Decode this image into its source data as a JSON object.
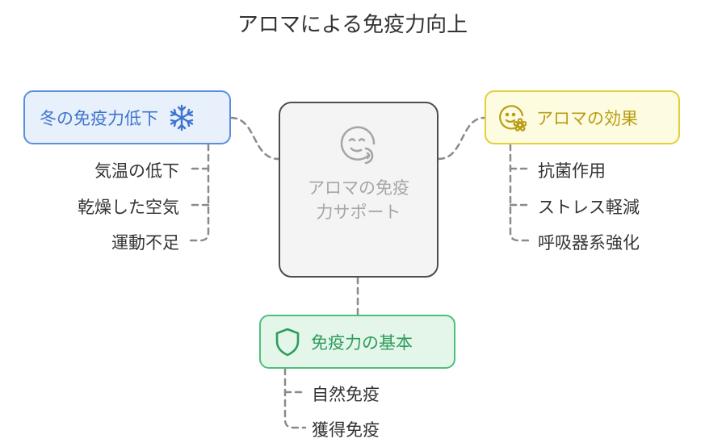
{
  "title": "アロマによる免疫力向上",
  "center": {
    "label": "アロマの免疫力サポート",
    "icon": "smiling-face-icon"
  },
  "branches": {
    "winter": {
      "label": "冬の免疫力低下",
      "icon": "snowflake-icon",
      "color": "#5b8edc",
      "items": [
        "気温の低下",
        "乾燥した空気",
        "運動不足"
      ]
    },
    "aroma": {
      "label": "アロマの効果",
      "icon": "flower-face-icon",
      "color": "#e2cf3b",
      "items": [
        "抗菌作用",
        "ストレス軽減",
        "呼吸器系強化"
      ]
    },
    "basis": {
      "label": "免疫力の基本",
      "icon": "shield-icon",
      "color": "#4bc07a",
      "items": [
        "自然免疫",
        "獲得免疫"
      ]
    }
  }
}
